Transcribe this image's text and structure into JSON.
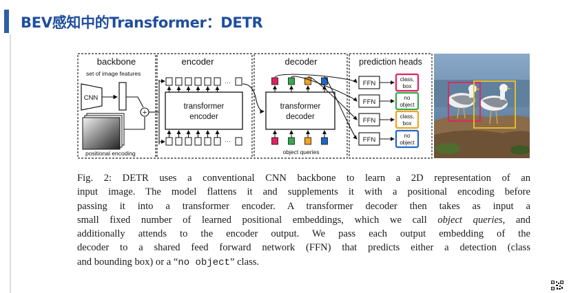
{
  "slide": {
    "title": "BEV感知中的Transformer：DETR"
  },
  "diagram": {
    "sections": {
      "backbone": "backbone",
      "encoder": "encoder",
      "decoder": "decoder",
      "prediction_heads": "prediction heads"
    },
    "labels": {
      "set_of_image_features": "set of image features",
      "cnn": "CNN",
      "positional_encoding": "positional encoding",
      "plus": "+",
      "ellipsis": "···",
      "transformer": "transformer",
      "encoder_block": "encoder",
      "decoder_block": "decoder",
      "object_queries": "object queries",
      "ffn": "FFN"
    },
    "query_colors": [
      "#e0225f",
      "#3aa64f",
      "#f2a31f",
      "#1f67c9"
    ],
    "outputs": [
      {
        "line1": "class,",
        "line2": "box",
        "color": "#e0225f"
      },
      {
        "line1": "no",
        "line2": "object",
        "color": "#3aa64f"
      },
      {
        "line1": "class,",
        "line2": "box",
        "color": "#f2a31f"
      },
      {
        "line1": "no",
        "line2": "object",
        "color": "#1f67c9"
      }
    ]
  },
  "caption": {
    "lines": [
      "Fig. 2: DETR uses a conventional CNN backbone to learn a 2D representation of an",
      "input image. The model flattens it and supplements it with a positional encoding before",
      "passing it into a transformer encoder. A transformer decoder then takes as input a",
      "small fixed number of learned positional embeddings, which we call ",
      "object queries",
      ", and",
      "additionally attends to the encoder output. We pass each output embedding of the",
      "decoder to a shared feed forward network (FFN) that predicts either a detection (class",
      "and bounding box) or a “",
      "no object",
      "” class."
    ]
  }
}
